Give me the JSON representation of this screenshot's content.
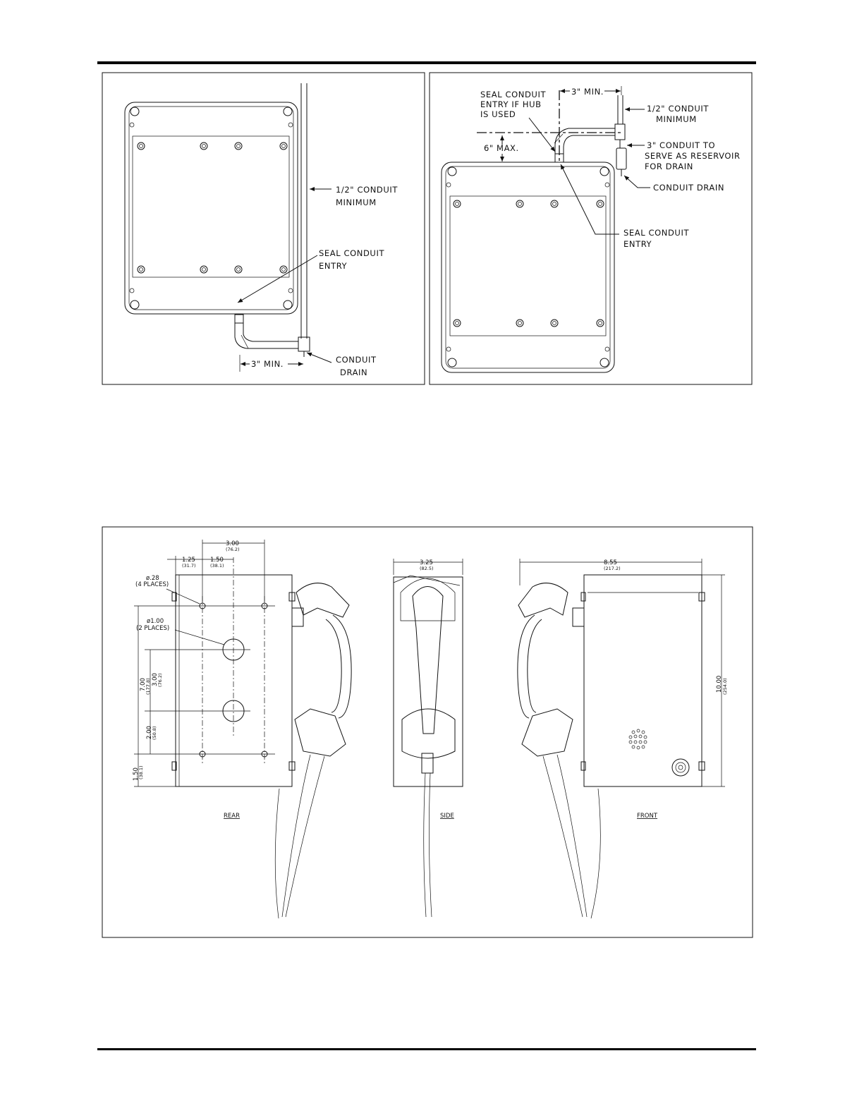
{
  "left_panel": {
    "conduit_label": [
      "1/2\" CONDUIT",
      "MINIMUM"
    ],
    "seal_label": [
      "SEAL CONDUIT",
      "ENTRY"
    ],
    "drain_label": [
      "CONDUIT",
      "DRAIN"
    ],
    "min_label": "3\" MIN."
  },
  "right_panel": {
    "seal_hub_label": [
      "SEAL CONDUIT",
      "ENTRY IF HUB",
      "IS USED"
    ],
    "min_label": "3\" MIN.",
    "conduit_label": [
      "1/2\" CONDUIT",
      "MINIMUM"
    ],
    "reservoir_label": [
      "3\" CONDUIT TO",
      "SERVE AS RESERVOIR",
      "FOR DRAIN"
    ],
    "drain_label": "CONDUIT DRAIN",
    "max_label": "6\" MAX.",
    "seal_label": [
      "SEAL CONDUIT",
      "ENTRY"
    ]
  },
  "dimensions": {
    "rear": {
      "w300": "3.00",
      "w300_mm": "(76.2)",
      "w125": "1.25",
      "w125_mm": "(31.7)",
      "w150": "1.50",
      "w150_mm": "(38.1)",
      "hole_small": "ø.28",
      "hole_small_n": "(4 PLACES)",
      "hole_large": "ø1.00",
      "hole_large_n": "(2 PLACES)",
      "h700": "7.00",
      "h700_mm": "(177.8)",
      "h300": "3.00",
      "h300_mm": "(76.2)",
      "h200": "2.00",
      "h200_mm": "(50.8)",
      "h150": "1.50",
      "h150_mm": "(38.1)",
      "caption": "REAR"
    },
    "side": {
      "w325": "3.25",
      "w325_mm": "(82.5)",
      "caption": "SIDE"
    },
    "front": {
      "w855": "8.55",
      "w855_mm": "(217.2)",
      "h1000": "10.00",
      "h1000_mm": "(254.0)",
      "caption": "FRONT"
    }
  }
}
